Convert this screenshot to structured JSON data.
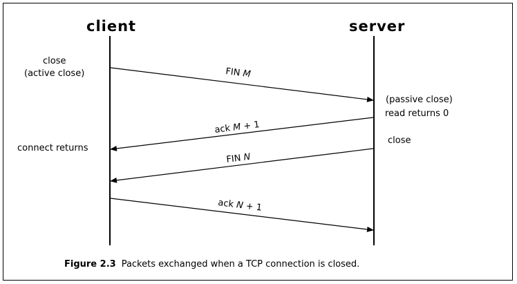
{
  "headers": {
    "client": "client",
    "server": "server"
  },
  "left_notes": {
    "close": "close",
    "active_close": "(active close)",
    "connect_returns": "connect returns"
  },
  "right_notes": {
    "passive_close": "(passive close)",
    "read_returns": "read returns 0",
    "close": "close"
  },
  "messages": [
    {
      "id": "fin-m",
      "prefix": "FIN ",
      "var": "M",
      "suffix": ""
    },
    {
      "id": "ack-m",
      "prefix": "ack ",
      "var": "M",
      "suffix": " + 1"
    },
    {
      "id": "fin-n",
      "prefix": "FIN ",
      "var": "N",
      "suffix": ""
    },
    {
      "id": "ack-n",
      "prefix": "ack ",
      "var": "N",
      "suffix": " + 1"
    }
  ],
  "caption": {
    "label": "Figure 2.3",
    "text": "Packets exchanged when a TCP connection is closed."
  }
}
